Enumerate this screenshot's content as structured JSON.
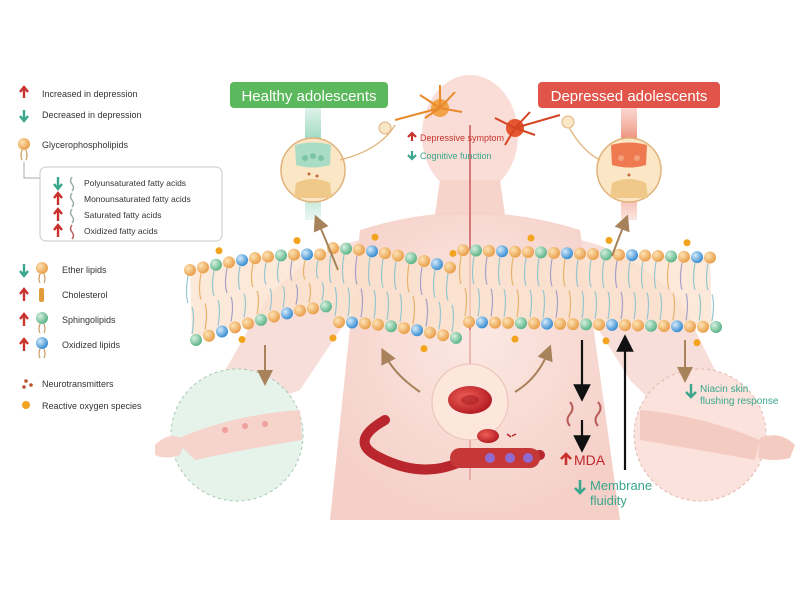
{
  "colors": {
    "up_arrow": "#c8322d",
    "down_arrow": "#3aa78c",
    "healthy_banner": "#5cb85c",
    "depressed_banner": "#e0544a",
    "orange_head": "#f4b860",
    "green_head": "#86c9a3",
    "blue_head": "#5aa8e0",
    "skin": "#f6d6cf"
  },
  "legend": {
    "increased": "Increased in depression",
    "decreased": "Decreased in depression",
    "glycerophospholipids": "Glycerophospholipids",
    "subitems": [
      {
        "direction": "down",
        "label": "Polyunsaturated fatty acids"
      },
      {
        "direction": "up",
        "label": "Monounsaturated fatty acids"
      },
      {
        "direction": "up",
        "label": "Saturated fatty acids"
      },
      {
        "direction": "up",
        "label": "Oxidized fatty acids"
      }
    ],
    "lipids": [
      {
        "direction": "down",
        "label": "Ether lipids",
        "icon": "ether-lipid-icon"
      },
      {
        "direction": "up",
        "label": "Cholesterol",
        "icon": "cholesterol-icon"
      },
      {
        "direction": "up",
        "label": "Sphingolipids",
        "icon": "sphingolipid-icon"
      },
      {
        "direction": "up",
        "label": "Oxidized lipids",
        "icon": "oxidized-lipid-icon"
      }
    ],
    "neurotransmitters": "Neurotransmitters",
    "ros": "Reactive oxygen species"
  },
  "banners": {
    "healthy": "Healthy adolescents",
    "depressed": "Depressed adolescents"
  },
  "brain": {
    "depressive_symptom": "Depressive symptom",
    "cognitive_function": "Cognitive function"
  },
  "outcomes": {
    "mda": "MDA",
    "membrane_fluidity_line1": "Membrane",
    "membrane_fluidity_line2": "fluidity",
    "niacin_line1": "Niacin skin",
    "niacin_line2": "flushing response"
  }
}
